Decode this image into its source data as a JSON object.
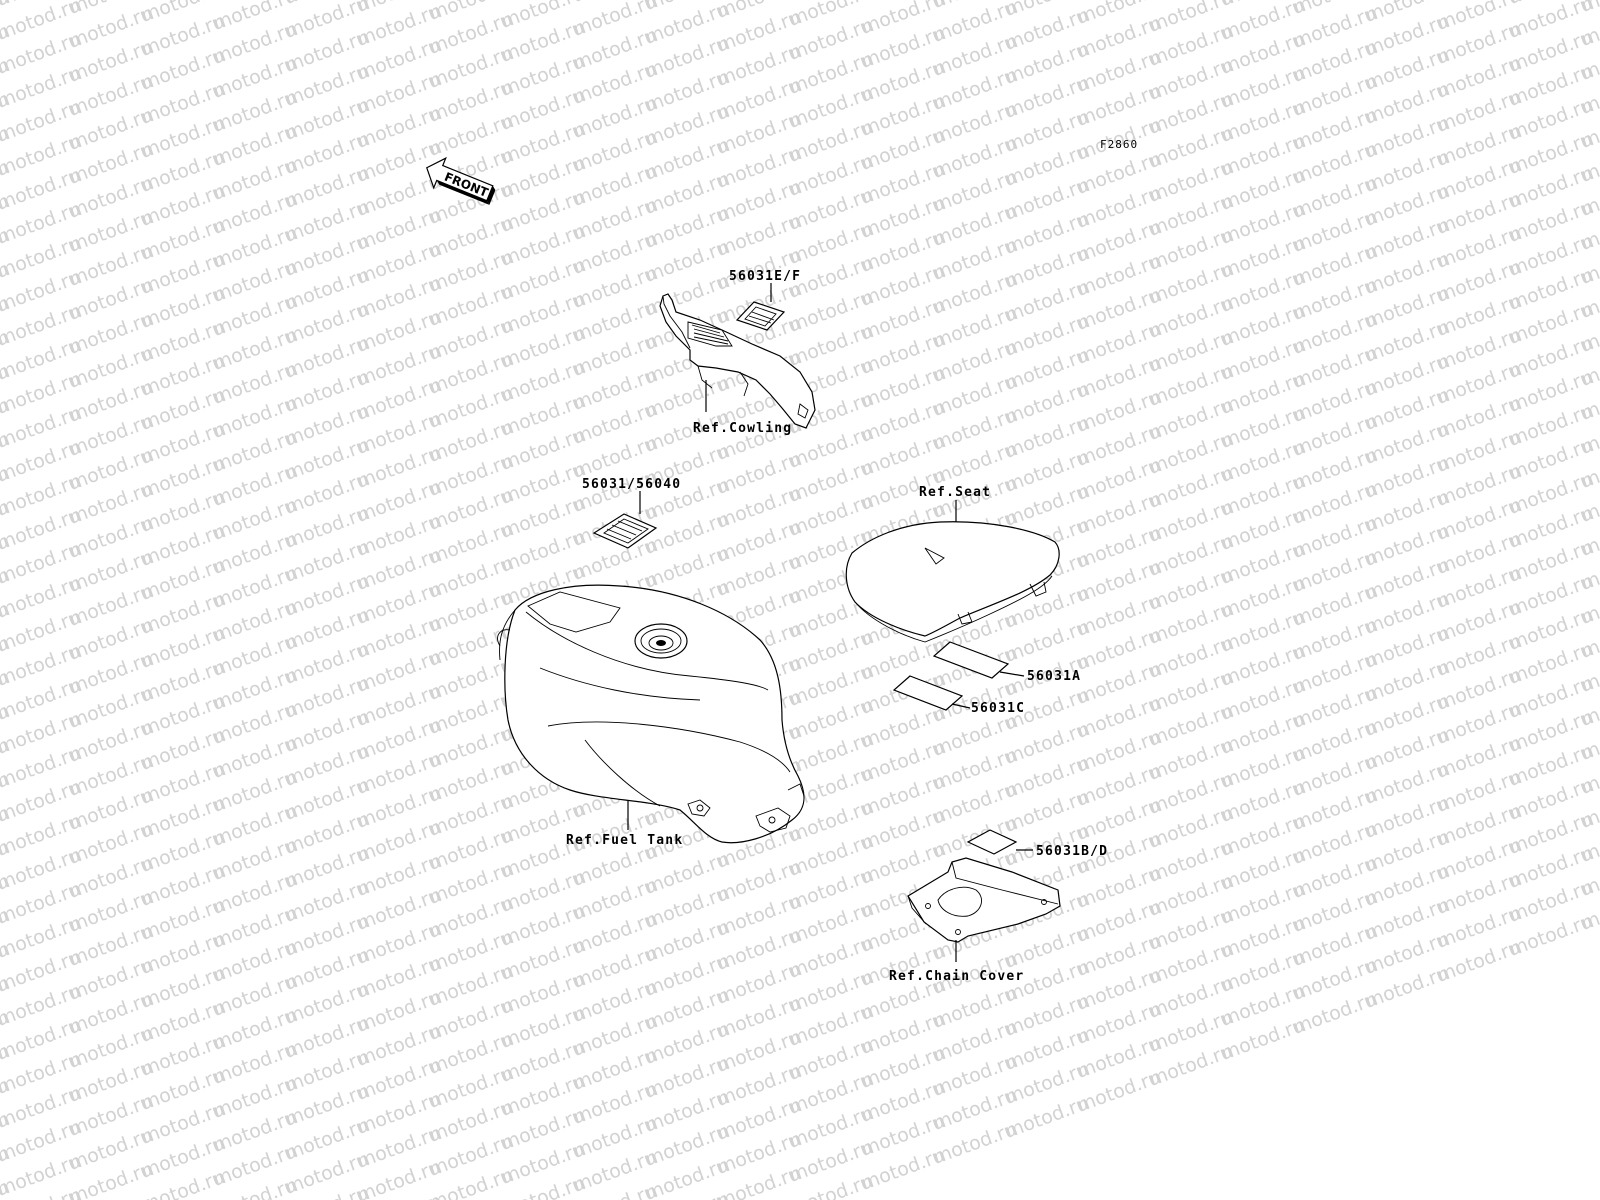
{
  "watermark": {
    "text": "motod.ru"
  },
  "diagram_code": "F2860",
  "front_arrow": {
    "label": "FRONT"
  },
  "labels": {
    "cowling_label": "56031E/F",
    "cowling_ref": "Ref.Cowling",
    "tank_label": "56031/56040",
    "tank_ref": "Ref.Fuel Tank",
    "seat_ref": "Ref.Seat",
    "seat_label_a": "56031A",
    "seat_label_c": "56031C",
    "chain_label": "56031B/D",
    "chain_ref": "Ref.Chain Cover"
  }
}
